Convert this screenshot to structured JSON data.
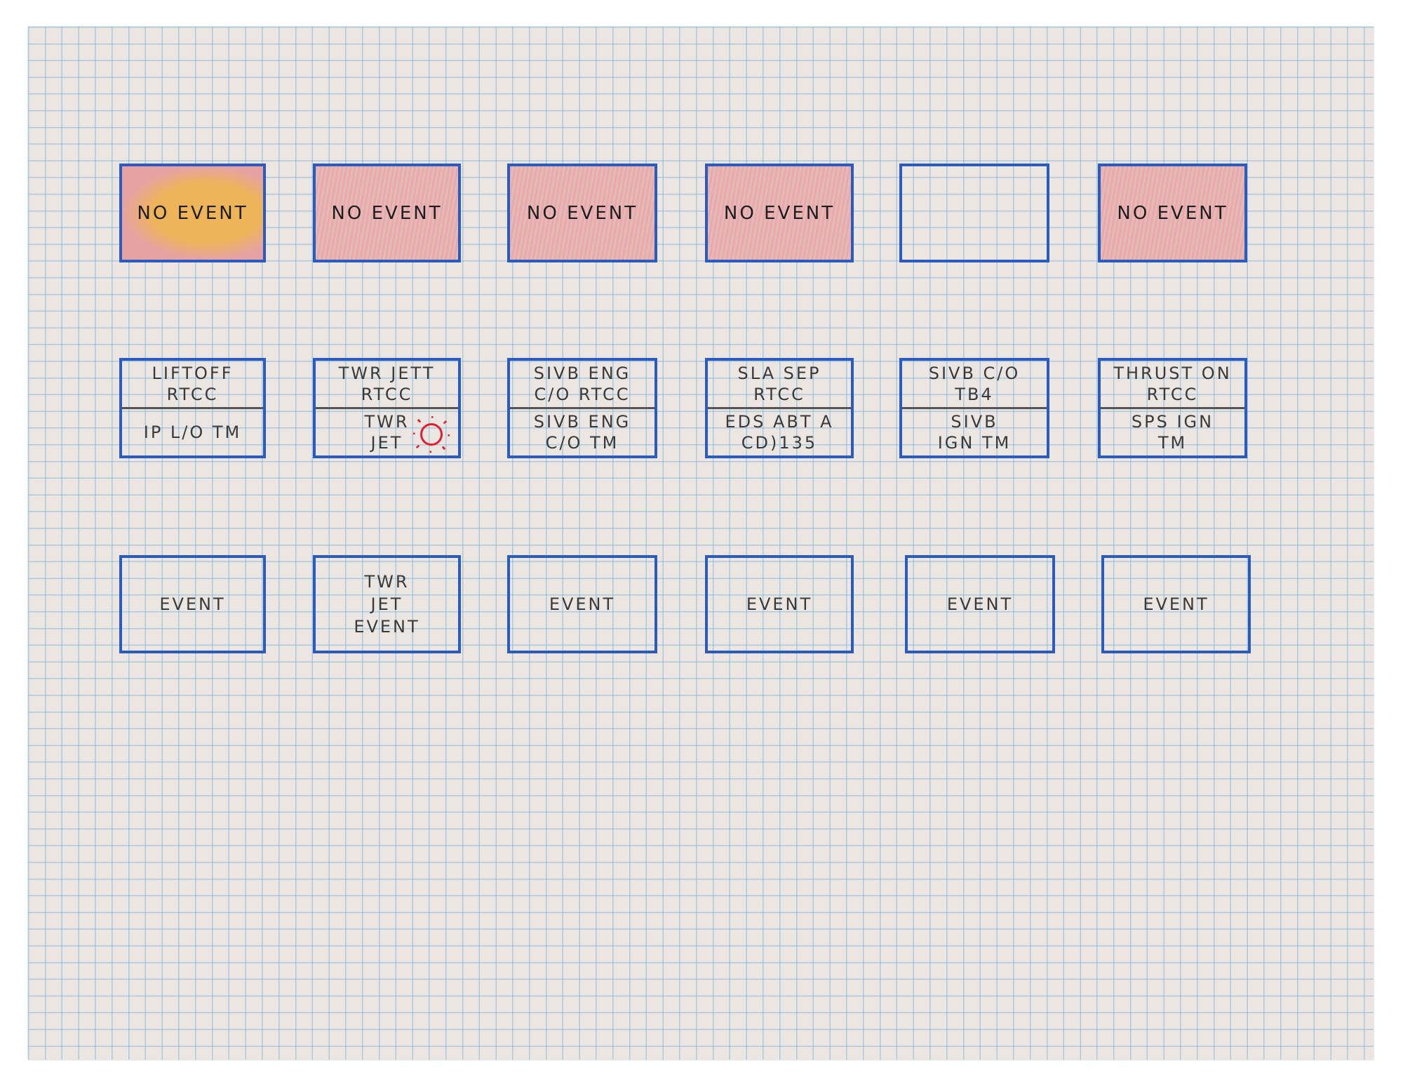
{
  "row1": [
    {
      "label": "NO EVENT",
      "fill": "orange"
    },
    {
      "label": "NO EVENT",
      "fill": "red"
    },
    {
      "label": "NO EVENT",
      "fill": "red"
    },
    {
      "label": "NO EVENT",
      "fill": "red"
    },
    {
      "label": "",
      "fill": "none"
    },
    {
      "label": "NO EVENT",
      "fill": "red"
    }
  ],
  "row2": [
    {
      "top": [
        "LIFTOFF",
        "RTCC"
      ],
      "bottom": [
        "IP L/O TM"
      ]
    },
    {
      "top": [
        "TWR JETT",
        "RTCC"
      ],
      "bottom": [
        "TWR",
        "JET"
      ],
      "icon": "sun-icon"
    },
    {
      "top": [
        "SIVB ENG",
        "C/O RTCC"
      ],
      "bottom": [
        "SIVB ENG",
        "C/O TM"
      ]
    },
    {
      "top": [
        "SLA SEP",
        "RTCC"
      ],
      "bottom": [
        "EDS ABT A",
        "CD)135"
      ]
    },
    {
      "top": [
        "SIVB C/O",
        "TB4"
      ],
      "bottom": [
        "SIVB",
        "IGN TM"
      ]
    },
    {
      "top": [
        "THRUST ON",
        "RTCC"
      ],
      "bottom": [
        "SPS IGN",
        "TM"
      ]
    }
  ],
  "row3": [
    {
      "lines": [
        "EVENT"
      ]
    },
    {
      "lines": [
        "TWR",
        "JET",
        "EVENT"
      ]
    },
    {
      "lines": [
        "EVENT"
      ]
    },
    {
      "lines": [
        "EVENT"
      ]
    },
    {
      "lines": [
        "EVENT"
      ]
    },
    {
      "lines": [
        "EVENT"
      ]
    }
  ],
  "colors": {
    "ink_blue": "#2a5bc0",
    "fill_red": "#e9a9ab",
    "fill_orange": "#eeb45a",
    "sun_red": "#e02030"
  }
}
